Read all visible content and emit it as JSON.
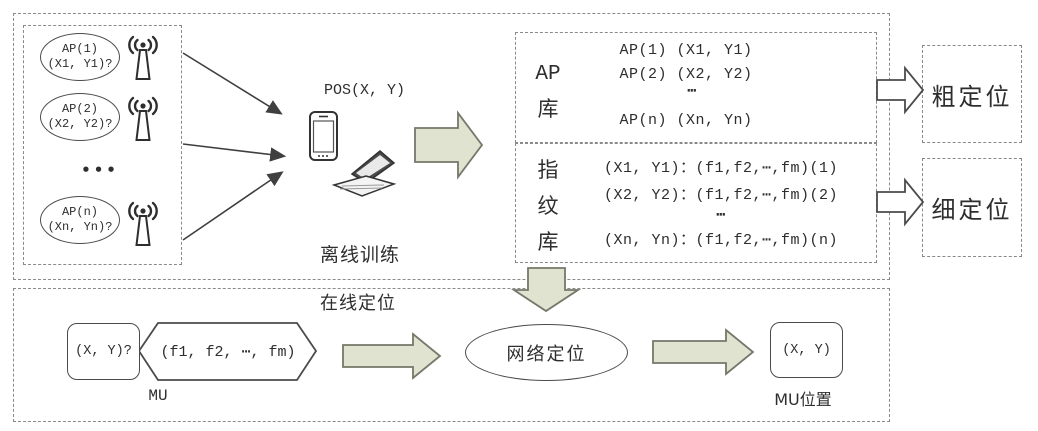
{
  "offline": {
    "aps": [
      {
        "name": "AP(1)",
        "coord": "(X1, Y1)?"
      },
      {
        "name": "AP(2)",
        "coord": "(X2, Y2)?"
      },
      {
        "name": "AP(n)",
        "coord": "(Xn, Yn)?"
      }
    ],
    "ellipsis_dots": "•••",
    "pos_label": "POS(X, Y)",
    "stage_label": "离线训练",
    "ap_store": {
      "label_line1": "AP",
      "label_line2": "库",
      "rows": [
        "AP(1)  (X1, Y1)",
        "AP(2)  (X2, Y2)",
        "⋯",
        "AP(n)  (Xn, Yn)"
      ]
    },
    "fp_store": {
      "label_line1": "指",
      "label_line2": "纹",
      "label_line3": "库",
      "rows": [
        "(X1, Y1)：(f1,f2,⋯,fm)(1)",
        "(X2, Y2)：(f1,f2,⋯,fm)(2)",
        "⋯",
        "(Xn, Yn)：(f1,f2,⋯,fm)(n)"
      ]
    },
    "coarse_label": "粗定位",
    "fine_label": "细定位"
  },
  "online": {
    "stage_label": "在线定位",
    "query_label": "(X, Y)?",
    "fingerprint_label": "(f1, f2, ⋯, fm)",
    "mu_label": "MU",
    "network_label": "网络定位",
    "result_label": "(X, Y)",
    "result_caption": "MU位置"
  },
  "icons": {
    "antenna": "wifi-antenna-icon",
    "phone": "smartphone-icon",
    "laptop": "laptop-icon"
  },
  "colors": {
    "block_arrow_fill": "#e0e3d0",
    "block_arrow_stroke": "#75776a",
    "white_arrow_fill": "#ffffff",
    "line_stroke": "#3f3f3f",
    "dash_color": "#8a8a8a",
    "text_color": "#2e2e2e",
    "background": "#ffffff"
  }
}
